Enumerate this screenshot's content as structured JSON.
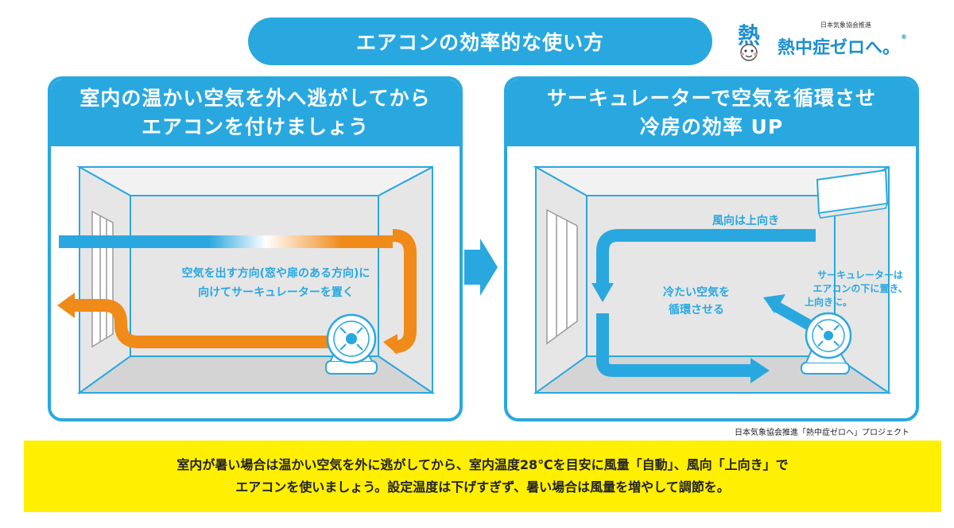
{
  "title": "エアコンの効率的な使い方",
  "logo": {
    "org": "日本気象協会推進",
    "name": "熱中症ゼロへ",
    "mark": "。",
    "reg": "®"
  },
  "panels": [
    {
      "heading_line1": "室内の温かい空気を外へ逃がしてから",
      "heading_line2": "エアコンを付けましょう",
      "label_line1": "空気を出す方向(窓や扉のある方向)に",
      "label_line2": "向けてサーキュレーターを置く"
    },
    {
      "heading_line1": "サーキュレーターで空気を循環させ",
      "heading_line2": "冷房の効率 UP",
      "wind_label": "風向は上向き",
      "cool_line1": "冷たい空気を",
      "cool_line2": "循環させる",
      "circ_line1": "サーキュレーターは",
      "circ_line2": "エアコンの下に置き、",
      "circ_line3": "上向きに。"
    }
  ],
  "credit": "日本気象協会推進「熱中症ゼロへ」プロジェクト",
  "note_line1": "室内が暑い場合は温かい空気を外に逃がしてから、室内温度28℃を目安に風量「自動」、風向「上向き」で",
  "note_line2": "エアコンを使いましょう。設定温度は下げすぎず、暑い場合は風量を増やして調節を。",
  "colors": {
    "blue": "#29a8e0",
    "orange": "#f08a18",
    "yellow": "#ffef00",
    "room_line": "#29a8e0",
    "room_floor": "#d9d9d9"
  }
}
